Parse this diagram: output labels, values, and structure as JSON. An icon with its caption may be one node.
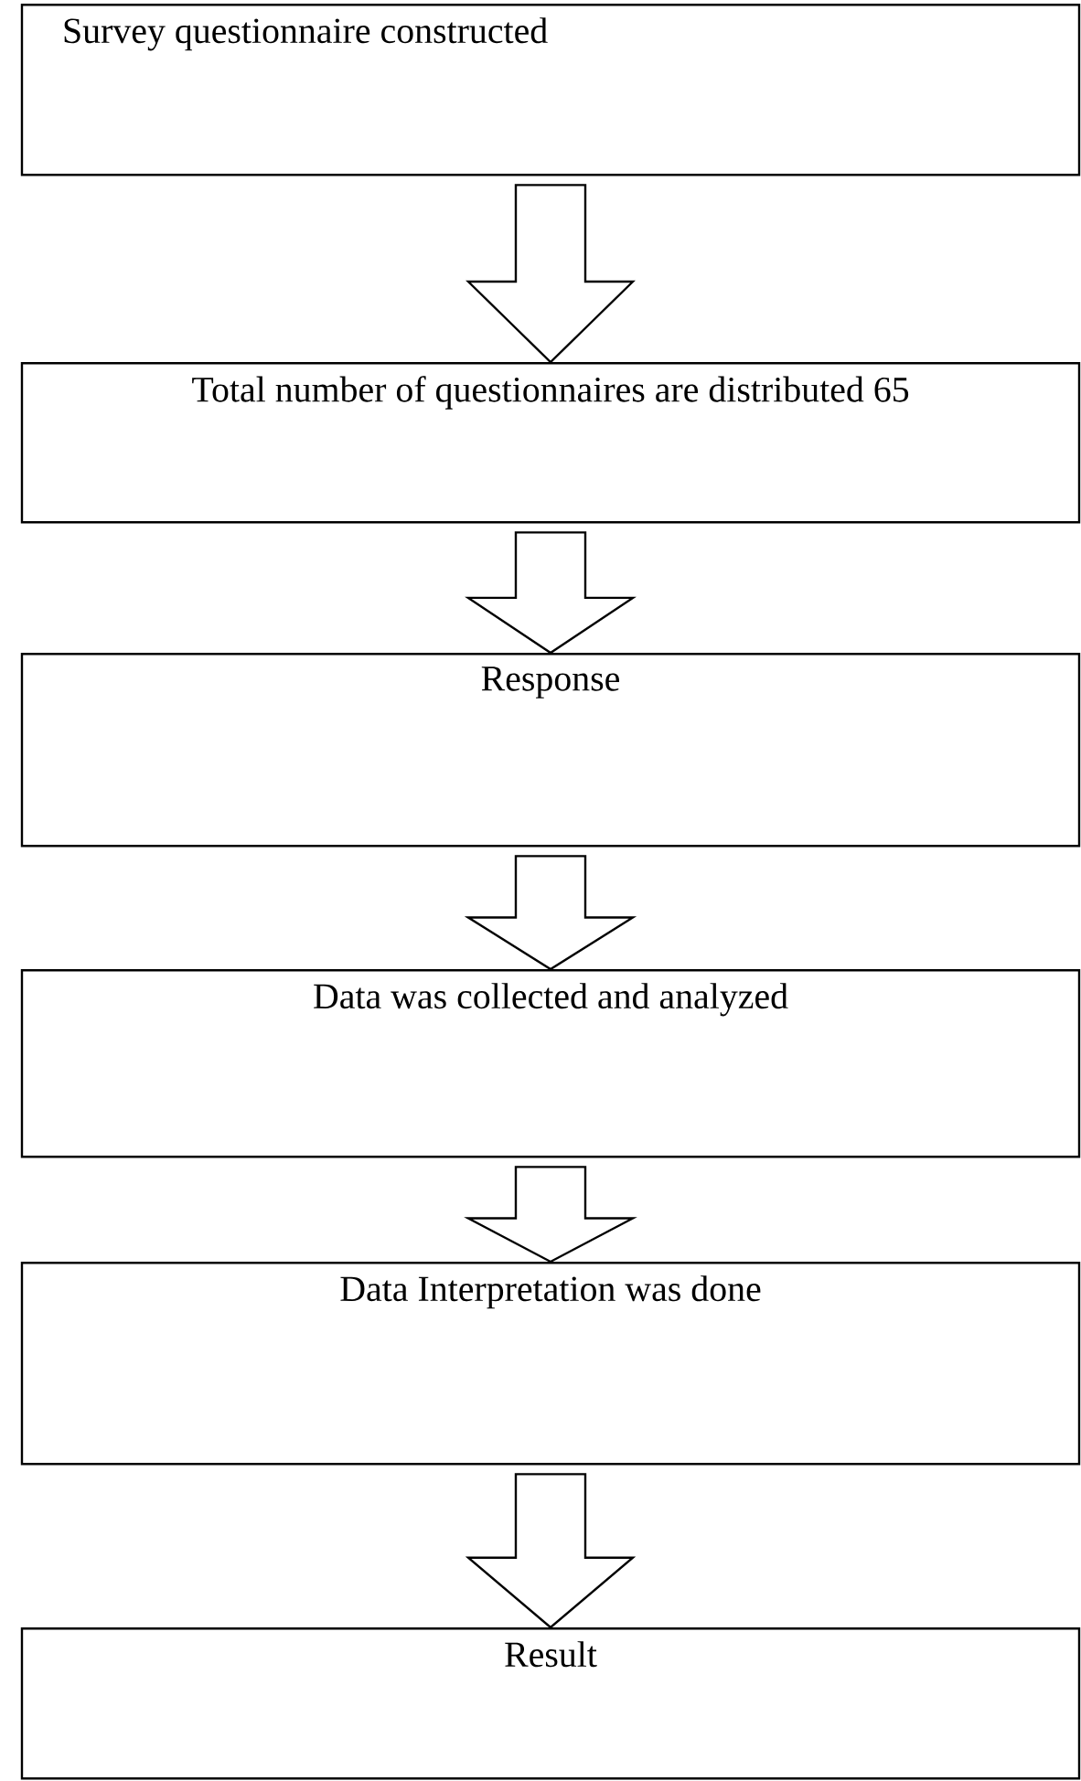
{
  "diagram": {
    "nodes": [
      {
        "text": [
          "Survey questionnaire constructed"
        ]
      },
      {
        "text": [
          "Total number of questionnaires are distributed 65"
        ]
      },
      {
        "text": [
          "Response"
        ]
      },
      {
        "text": [
          "Data was collected and analyzed"
        ]
      },
      {
        "text": [
          "Data Interpretation was done"
        ]
      },
      {
        "text": [
          "Result"
        ]
      }
    ],
    "edges": [
      {
        "from": 0,
        "to": 1,
        "arrow": "to"
      },
      {
        "from": 1,
        "to": 2,
        "arrow": "to"
      },
      {
        "from": 2,
        "to": 3,
        "arrow": "to"
      },
      {
        "from": 3,
        "to": 4,
        "arrow": "to"
      },
      {
        "from": 4,
        "to": 5,
        "arrow": "to"
      }
    ]
  }
}
